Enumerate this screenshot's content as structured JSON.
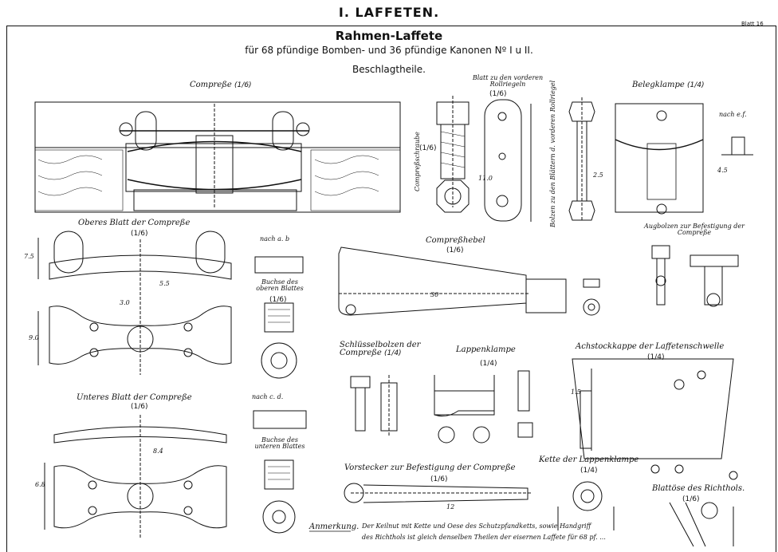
{
  "header": {
    "section_title": "I. LAFFETEN.",
    "plate_label": "Blatt 16",
    "title": "Rahmen-Laffete",
    "subtitle": "für 68 pfündige Bomben- und 36 pfündige Kanonen Nº I u II.",
    "part_group": "Beschlagtheile."
  },
  "parts": {
    "compresse": {
      "label": "Compreße",
      "scale": "(1/6)"
    },
    "compressschraube": {
      "label": "Compreßschraube",
      "scale": "(1/6)"
    },
    "blatt_rollriegel": {
      "label": "Blatt zu den vorderen Rollriegeln",
      "scale": "(1/6)"
    },
    "bolzen_rollriegel": {
      "label": "Bolzen zu den Blättern d. vorderen Rollriegel"
    },
    "belegklampe": {
      "label": "Belegklampe",
      "scale": "(1/4)",
      "view_note": "nach e.f."
    },
    "oberes_blatt": {
      "label": "Oberes Blatt der Compreße",
      "scale": "(1/6)",
      "view_note": "nach a. b",
      "bushing_label": "Buchse des oberen Blattes",
      "bushing_scale": "(1/6)"
    },
    "compresshebel": {
      "label": "Compreßhebel",
      "scale": "(1/6)"
    },
    "augbolzen": {
      "label": "Augbolzen zur Befestigung der Compreße"
    },
    "schluesselbolzen": {
      "label": "Schlüsselbolzen der Compreße",
      "scale": "(1/4)"
    },
    "lappenklampe": {
      "label": "Lappenklampe",
      "scale": "(1/4)"
    },
    "achsstockkappe": {
      "label": "Achstockkappe der Laffetenschwelle",
      "scale": "(1/4)"
    },
    "unteres_blatt": {
      "label": "Unteres Blatt der Compreße",
      "scale": "(1/6)",
      "view_note": "nach c. d.",
      "bushing_label": "Buchse des unteren Blattes"
    },
    "vorstecker": {
      "label": "Vorstecker zur Befestigung der Compreße",
      "scale": "(1/6)"
    },
    "kette_lappenklampe": {
      "label": "Kette der Lappenklampe",
      "scale": "(1/4)"
    },
    "blattoese": {
      "label": "Blattöse des Richthols.",
      "scale": "(1/6)"
    }
  },
  "annotation": {
    "label": "Anmerkung.",
    "text_line1": "Der Keilnut mit Kette und Oese des Schutzpfandketts, sowie Handgriff",
    "text_line2": "des Richthols ist gleich denselben Theilen der eisernen Laffete für 68 pf. ..."
  },
  "dimensions": {
    "d1": "7.5",
    "d2": "9.0",
    "d3": "5.5",
    "d4": "3.0",
    "d5": "11.0",
    "d6": "2.5",
    "d7": "4.5",
    "d8": "1.5",
    "d9": "8.4",
    "d10": "30",
    "d11": "6.8",
    "d12": "12"
  }
}
